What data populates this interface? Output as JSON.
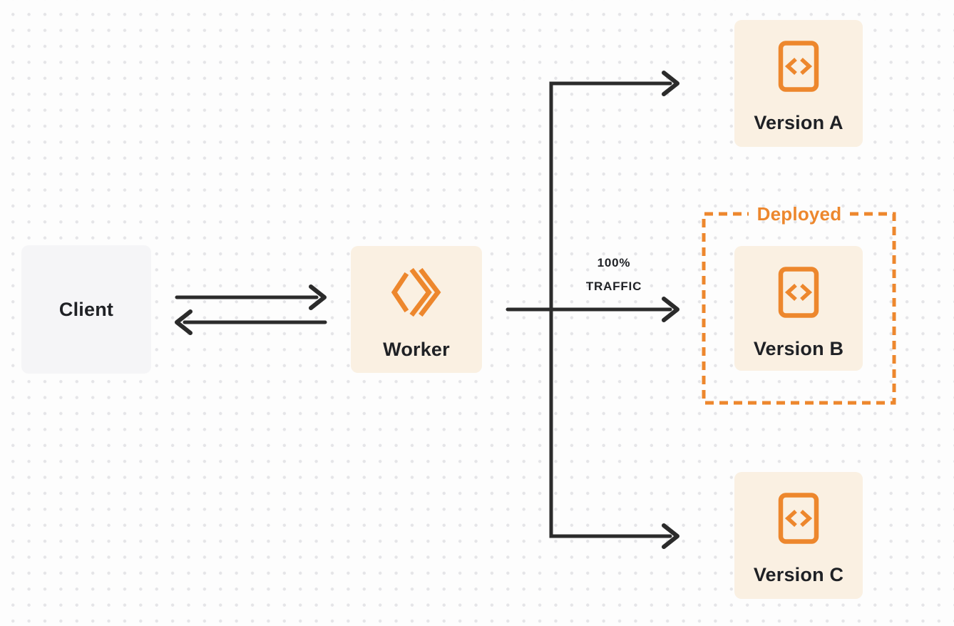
{
  "diagram": {
    "title": "Worker deployed-version traffic routing diagram",
    "colors": {
      "background": "#FDFDFD",
      "dot_grid": "#E5E5E8",
      "arrow_line": "#2B2B2B",
      "label_text": "#1F2125",
      "accent_orange": "#ED872D",
      "card_cream": "#FAF0E2",
      "card_gray": "#F5F5F7"
    },
    "nodes": {
      "client": {
        "label": "Client"
      },
      "worker": {
        "label": "Worker",
        "icon": "cloudflare-workers-logo"
      },
      "version_a": {
        "label": "Version A",
        "icon": "code-file-icon"
      },
      "version_b": {
        "label": "Version B",
        "icon": "code-file-icon"
      },
      "version_c": {
        "label": "Version C",
        "icon": "code-file-icon"
      }
    },
    "annotations": {
      "deployed_label": "Deployed",
      "traffic_percent": "100%",
      "traffic_word": "TRAFFIC"
    }
  }
}
